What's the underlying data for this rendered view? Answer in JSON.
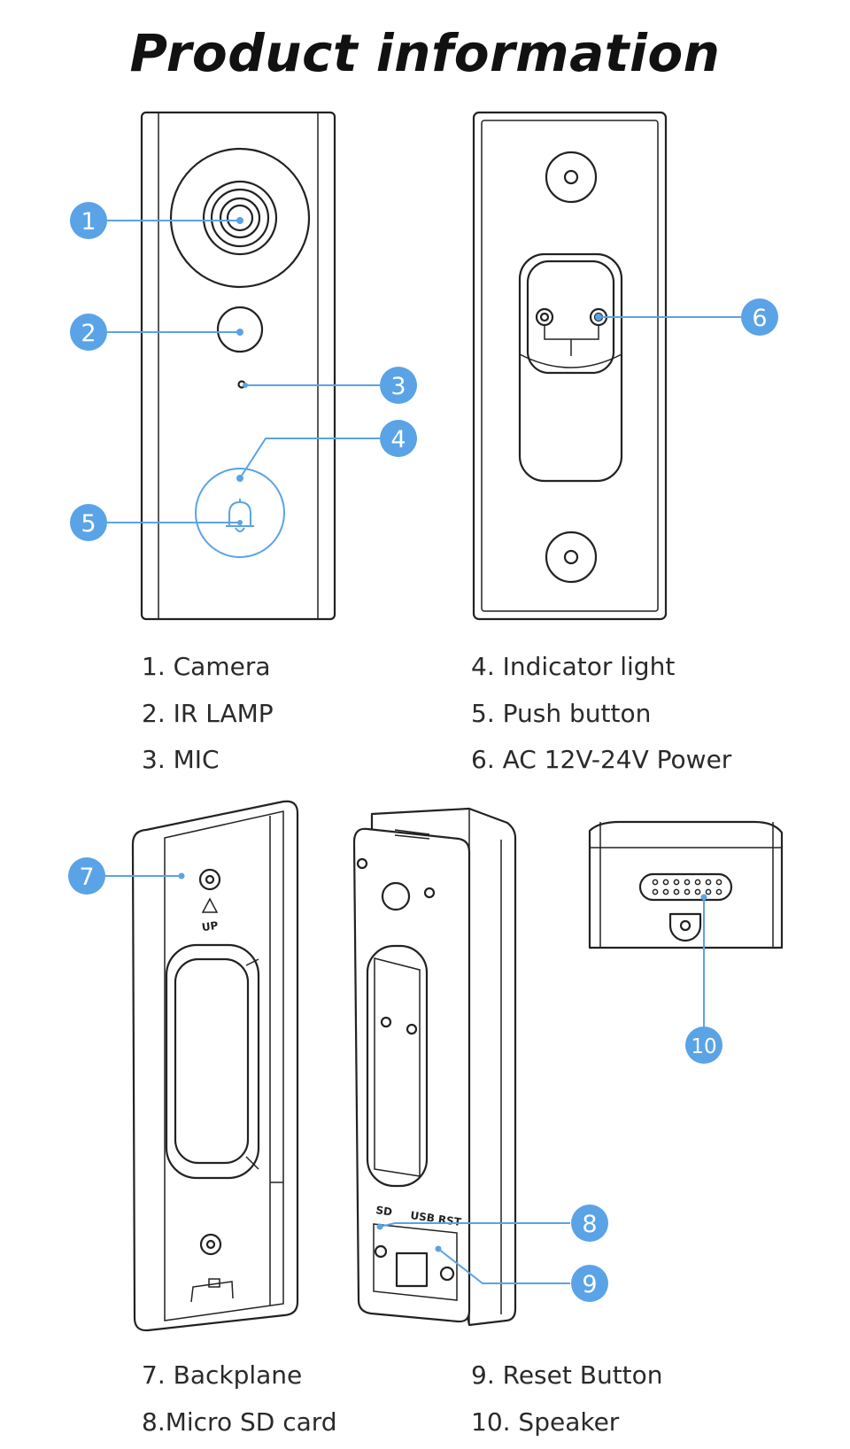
{
  "title": "Product information",
  "callouts": [
    "1",
    "2",
    "3",
    "4",
    "5",
    "6",
    "7",
    "8",
    "9",
    "10"
  ],
  "legend": {
    "items": [
      "1. Camera",
      "2. IR LAMP",
      "3. MIC",
      "4. Indicator light",
      "5. Push button",
      "6. AC 12V-24V Power",
      "7. Backplane",
      "8.Micro SD card",
      "9. Reset Button",
      "10. Speaker"
    ]
  },
  "device_markings": {
    "up": "UP",
    "sd": "SD",
    "usb_rst": "USB RST"
  },
  "colors": {
    "accent": "#5aa3e6",
    "line": "#222222",
    "text": "#2a2a2a"
  }
}
